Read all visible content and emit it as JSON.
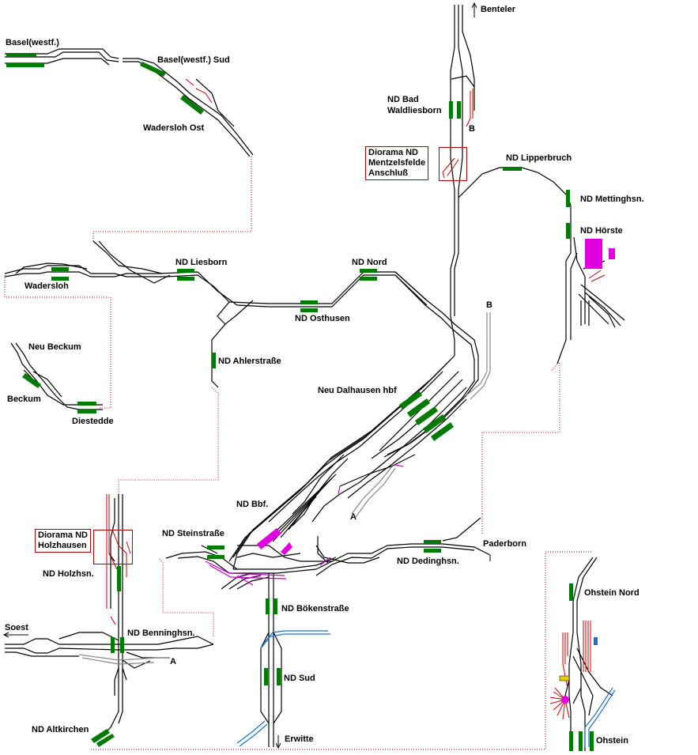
{
  "colors": {
    "track": "#000000",
    "platform": "#007a00",
    "connector": "#cc0000",
    "diorama_box": "#b00000",
    "special_track": "#cc00cc",
    "blue_track": "#1f6fd0",
    "gray_track": "#888888",
    "background": "#ffffff"
  },
  "labels": {
    "benteler": "Benteler",
    "basel_westf": "Basel(westf.)",
    "basel_westf_sud": "Basel(westf.) Sud",
    "wadersloh_ost": "Wadersloh Ost",
    "nd_bad": "ND Bad",
    "waldliesborn": "Waldliesborn",
    "b_top": "B",
    "nd_lipperbruch": "ND Lipperbruch",
    "nd_mettinghsn": "ND Mettinghsn.",
    "nd_horste": "ND Hörste",
    "nd_liesborn": "ND Liesborn",
    "nd_nord": "ND Nord",
    "wadersloh": "Wadersloh",
    "nd_osthusen": "ND Osthusen",
    "b_mid": "B",
    "neu_beckum": "Neu Beckum",
    "nd_ahlerstrasse": "ND Ahlerstraße",
    "beckum": "Beckum",
    "neu_dalhausen_hbf": "Neu Dalhausen hbf",
    "diestedde": "Diestedde",
    "nd_bbf": "ND Bbf.",
    "a_mid": "A",
    "nd_steinstrasse": "ND Steinstraße",
    "paderborn": "Paderborn",
    "nd_dedinghsn": "ND Dedinghsn.",
    "nd_holzhsn": "ND Holzhsn.",
    "ohstein_nord": "Ohstein Nord",
    "nd_bokenstrasse": "ND Bökenstraße",
    "soest": "Soest",
    "nd_benninghsn": "ND Benninghsn.",
    "a_low": "A",
    "nd_sud": "ND Sud",
    "nd_altkirchen": "ND Altkirchen",
    "erwitte": "Erwitte",
    "ohstein": "Ohstein"
  },
  "boxes": {
    "diorama_mentzelsfelde": [
      "Diorama ND",
      "Mentzelsfelde",
      "Anschluß"
    ],
    "diorama_holzhausen": [
      "Diorama ND",
      "Holzhausen"
    ]
  }
}
